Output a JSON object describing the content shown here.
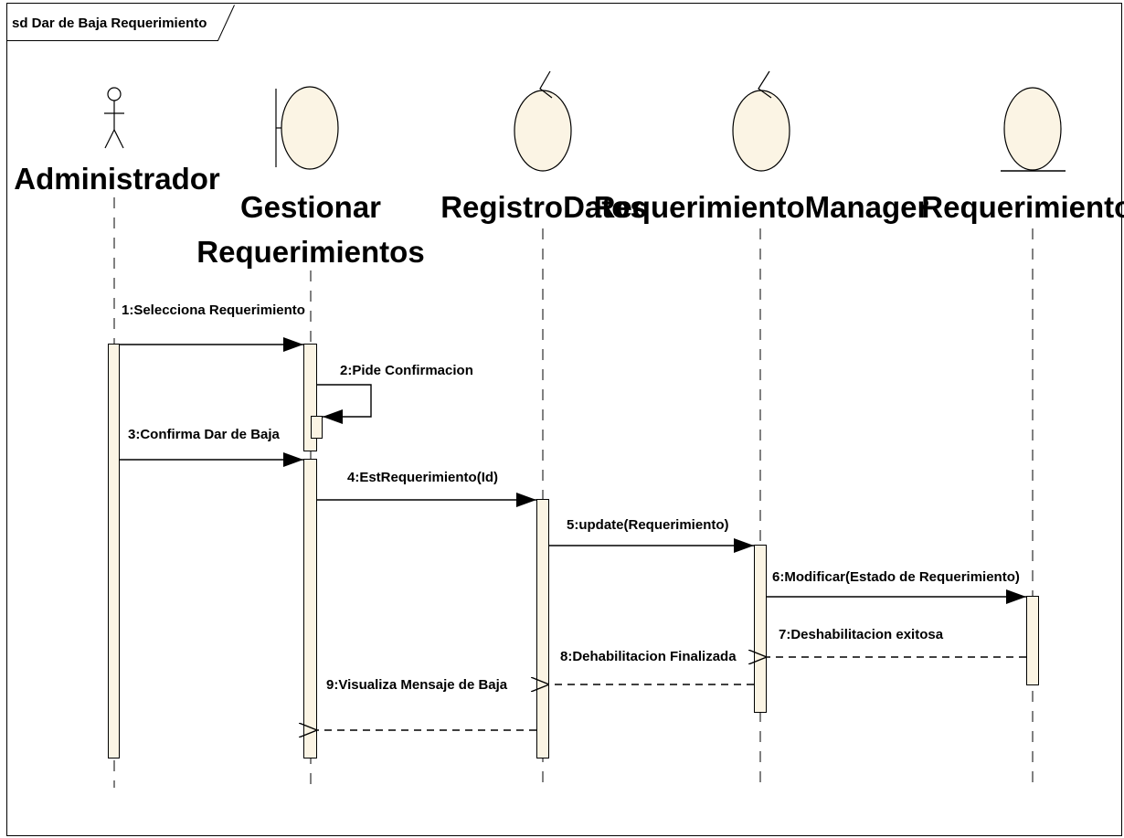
{
  "frame": {
    "title": "sd Dar de Baja Requerimiento"
  },
  "lifelines": [
    {
      "id": "administrador",
      "kind": "actor",
      "name_lines": [
        "Administrador"
      ]
    },
    {
      "id": "gestionar-requerimientos",
      "kind": "boundary",
      "name_lines": [
        "Gestionar",
        "Requerimientos"
      ]
    },
    {
      "id": "registro-datos",
      "kind": "control",
      "name_lines": [
        "RegistroDatos"
      ]
    },
    {
      "id": "requerimiento-manager",
      "kind": "control",
      "name_lines": [
        "RequerimientoManager"
      ]
    },
    {
      "id": "requerimientos",
      "kind": "entity",
      "name_lines": [
        "Requerimientos"
      ]
    }
  ],
  "messages": [
    {
      "label": "1:Selecciona Requerimiento",
      "from": "administrador",
      "to": "gestionar-requerimientos",
      "type": "sync"
    },
    {
      "label": "2:Pide Confirmacion",
      "from": "gestionar-requerimientos",
      "to": "gestionar-requerimientos",
      "type": "self"
    },
    {
      "label": "3:Confirma Dar de Baja",
      "from": "administrador",
      "to": "gestionar-requerimientos",
      "type": "sync"
    },
    {
      "label": "4:EstRequerimiento(Id)",
      "from": "gestionar-requerimientos",
      "to": "registro-datos",
      "type": "sync"
    },
    {
      "label": "5:update(Requerimiento)",
      "from": "registro-datos",
      "to": "requerimiento-manager",
      "type": "sync"
    },
    {
      "label": "6:Modificar(Estado de Requerimiento)",
      "from": "requerimiento-manager",
      "to": "requerimientos",
      "type": "sync"
    },
    {
      "label": "7:Deshabilitacion exitosa",
      "from": "requerimientos",
      "to": "requerimiento-manager",
      "type": "return"
    },
    {
      "label": "8:Dehabilitacion Finalizada",
      "from": "requerimiento-manager",
      "to": "registro-datos",
      "type": "return"
    },
    {
      "label": "9:Visualiza Mensaje de Baja",
      "from": "registro-datos",
      "to": "gestionar-requerimientos",
      "type": "return"
    }
  ],
  "colors": {
    "shape_fill": "#fbf4e4",
    "line": "#000000",
    "background": "#ffffff"
  }
}
